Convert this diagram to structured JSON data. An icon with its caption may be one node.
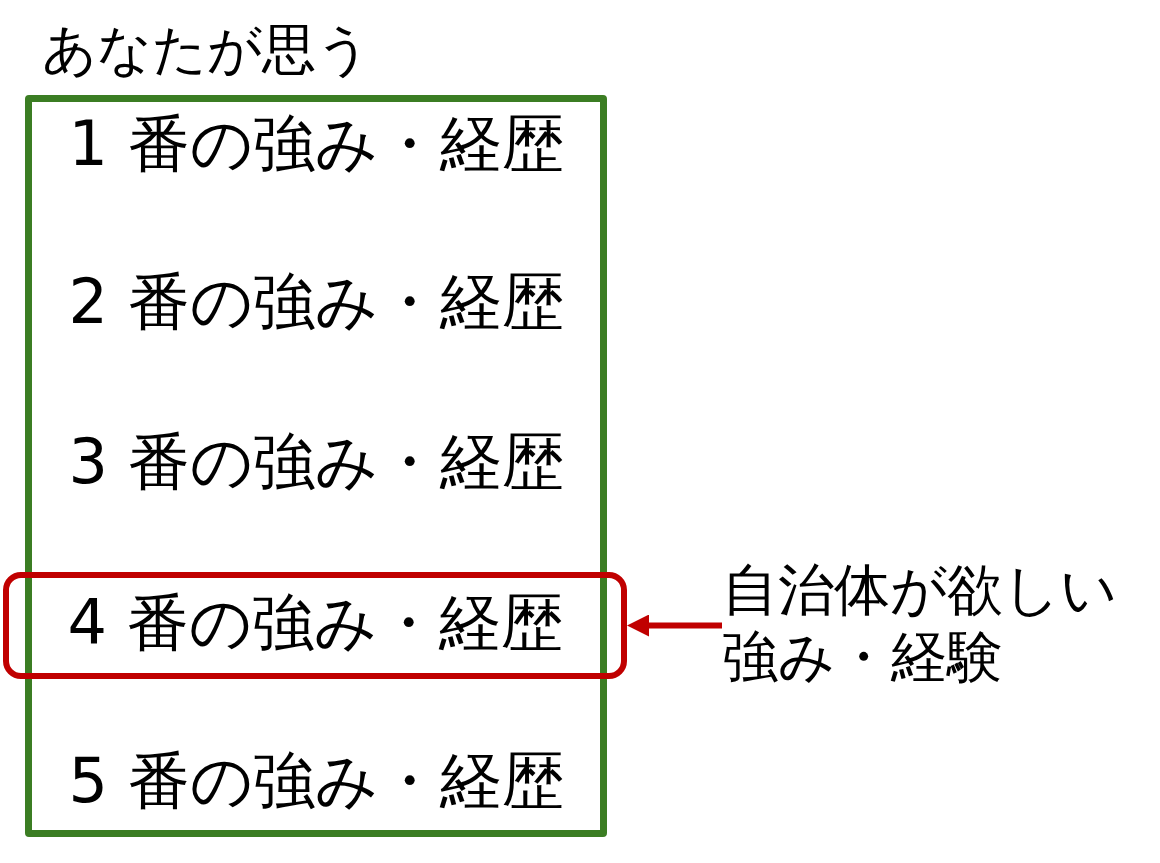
{
  "diagram": {
    "nodes": [
      {
        "text": [
          "あなたが思う",
          "1 番の強み・経歴",
          "2 番の強み・経歴",
          "3 番の強み・経歴",
          "5 番の強み・経歴"
        ]
      },
      {
        "text": [
          "4 番の強み・経歴"
        ]
      },
      {
        "text": [
          "自治体が欲しい強み・経験"
        ]
      }
    ],
    "edges": [
      {
        "from": 2,
        "to": 1,
        "arrow": "to",
        "color": "#c00000"
      }
    ]
  }
}
